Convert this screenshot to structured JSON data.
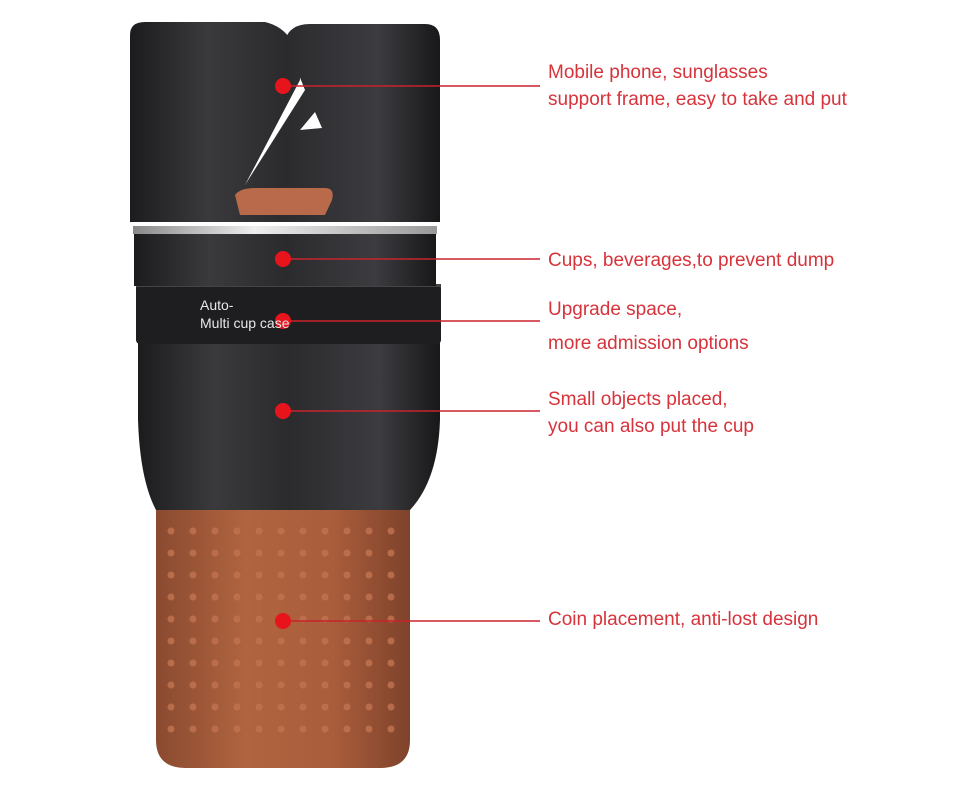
{
  "colors": {
    "annotation": "#d6333b",
    "dot": "#e8141c",
    "body": "#2a2a2c",
    "sleeve": "#a45a3c"
  },
  "product_print": {
    "line1": "Auto-",
    "line2": "Multi cup case"
  },
  "callouts": [
    {
      "lines": [
        "Mobile phone, sunglasses",
        "support frame, easy to take and put"
      ]
    },
    {
      "lines": [
        "Cups, beverages,to prevent dump"
      ]
    },
    {
      "lines": [
        "Upgrade space,",
        "more admission options"
      ]
    },
    {
      "lines": [
        "Small objects placed,",
        "you can also put the cup"
      ]
    },
    {
      "lines": [
        "Coin placement, anti-lost design"
      ]
    }
  ]
}
